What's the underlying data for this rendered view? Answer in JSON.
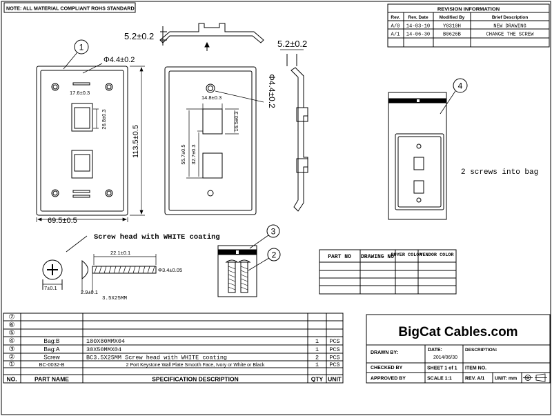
{
  "note": "NOTE: ALL MATERIAL COMPLIANT ROHS STANDARD",
  "revision": {
    "title": "REVISION INFORMATION",
    "headers": [
      "Rev.",
      "Rev. Date",
      "Modified By",
      "Brief Description"
    ],
    "rows": [
      [
        "A/0",
        "14-03-10",
        "Y0310H",
        "NEW DRAWING"
      ],
      [
        "A/1",
        "14-06-30",
        "B0626B",
        "CHANGE THE SCREW"
      ]
    ]
  },
  "balloons": [
    "1",
    "2",
    "3",
    "4"
  ],
  "dims": {
    "front_hole": "Φ4.4±0.2",
    "front_hole_spacing": "17.6±0.3",
    "front_port_height": "26.8±0.3",
    "front_height": "113.5±0.5",
    "front_width": "69.5±0.5",
    "top_thickness": "5.2±0.2",
    "center_hole_spacing": "14.8±0.3",
    "center_port_height": "16.5±0.3",
    "center_port_span": "55.7±0.5",
    "center_port_offset": "32.7±0.3",
    "side_thickness": "5.2±0.2",
    "side_hole": "Φ4.4±0.2",
    "screw_length": "22.1±0.1",
    "screw_diameter": "Φ3.4±0.05",
    "screw_head": "7±0.1",
    "screw_head_height": "2.9±0.1",
    "screw_size": "3.5X25MM"
  },
  "callouts": {
    "screw_note": "Screw head with WHITE coating",
    "screws_bag": "2 screws into bag"
  },
  "part_table": {
    "headers": [
      "PART NO",
      "DRAWING NO",
      "BUYER COLOR",
      "VENDOR COLOR"
    ]
  },
  "bom": {
    "header": [
      "NO.",
      "PART NAME",
      "SPECIFICATION DESCRIPTION",
      "QTY",
      "UNIT"
    ],
    "rows": [
      {
        "no": "⑦",
        "name": "",
        "spec": "",
        "qty": "",
        "unit": ""
      },
      {
        "no": "⑥",
        "name": "",
        "spec": "",
        "qty": "",
        "unit": ""
      },
      {
        "no": "⑤",
        "name": "",
        "spec": "",
        "qty": "",
        "unit": ""
      },
      {
        "no": "④",
        "name": "Bag:B",
        "spec": "180X80MMX04",
        "qty": "1",
        "unit": "PCS"
      },
      {
        "no": "③",
        "name": "Bag:A",
        "spec": "30X50MMX04",
        "qty": "1",
        "unit": "PCS"
      },
      {
        "no": "②",
        "name": "Screw",
        "spec": "BC3.5X25MM Screw head with WHITE coating",
        "qty": "2",
        "unit": "PCS"
      },
      {
        "no": "①",
        "name": "BC-0032-B",
        "spec": "2 Port Keystone Wall Plate Smooth Face, Ivory or White or Black",
        "qty": "1",
        "unit": "PCS"
      }
    ]
  },
  "title_block": {
    "company": "BigCat Cables.com",
    "drawn_by": "DRAWN BY:",
    "date_label": "DATE:",
    "date_value": "2014/06/30",
    "description": "DESCRIPTION:",
    "checked_by": "CHECKED BY",
    "sheet": "SHEET 1 of 1",
    "item_no": "ITEM NO.",
    "approved_by": "APPROVED BY",
    "scale": "SCALE 1:1",
    "rev": "REV. A/1",
    "unit": "UNIT: mm"
  }
}
